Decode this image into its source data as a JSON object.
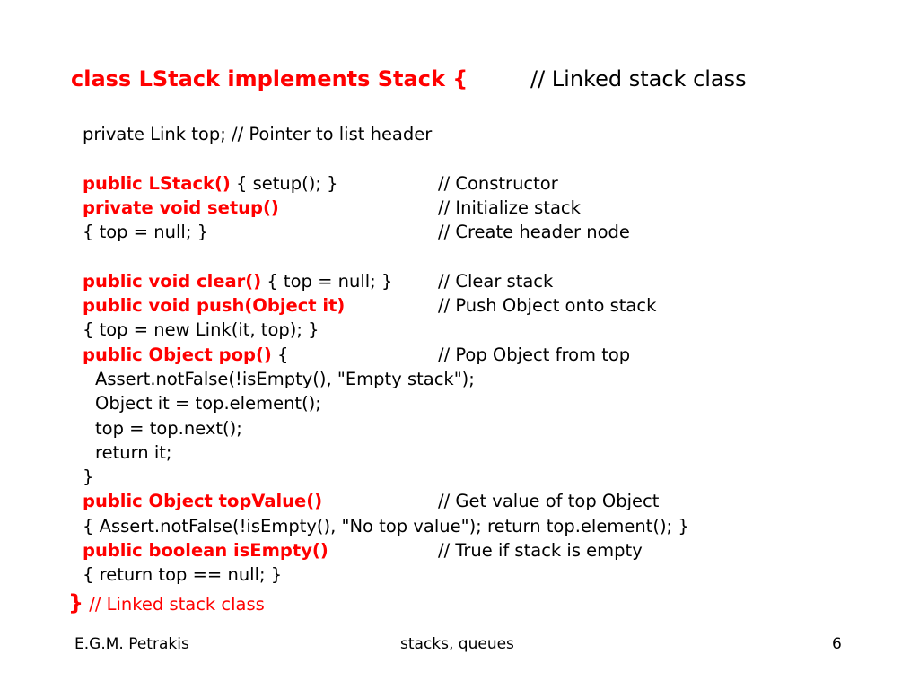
{
  "title": {
    "code": "class LStack implements Stack {",
    "comment": "// Linked stack class"
  },
  "code": {
    "field": "private Link top; // Pointer to list header",
    "constructor": {
      "kw": "public LStack()",
      "rest": " { setup(); }",
      "comment": "// Constructor"
    },
    "setup": {
      "kw": "private void setup()",
      "comment": "// Initialize stack"
    },
    "setup_body": {
      "text": "{ top = null; }",
      "comment": "// Create header node"
    },
    "clear": {
      "kw": "public void clear()",
      "rest": " { top = null; }",
      "comment": "// Clear stack"
    },
    "push": {
      "kw": "public void push(Object it)",
      "comment": "// Push Object onto stack"
    },
    "push_body": "{ top = new Link(it, top); }",
    "pop": {
      "kw": "public Object pop()",
      "rest": " {",
      "comment": "// Pop Object from top"
    },
    "pop_body": [
      "Assert.notFalse(!isEmpty(), \"Empty stack\");",
      "Object it = top.element();",
      "top = top.next();",
      "return it;"
    ],
    "pop_close": "}",
    "topvalue": {
      "kw": "public Object topValue()",
      "comment": "// Get value of top Object"
    },
    "topvalue_body": "{ Assert.notFalse(!isEmpty(), \"No top value\"); return top.element(); }",
    "isempty": {
      "kw": "public boolean isEmpty()",
      "comment": "// True if stack is empty"
    },
    "isempty_body": "{ return top == null; }"
  },
  "closing": {
    "brace": "}",
    "comment": " // Linked stack class"
  },
  "footer": {
    "author": "E.G.M. Petrakis",
    "topic": "stacks, queues",
    "page": "6"
  }
}
